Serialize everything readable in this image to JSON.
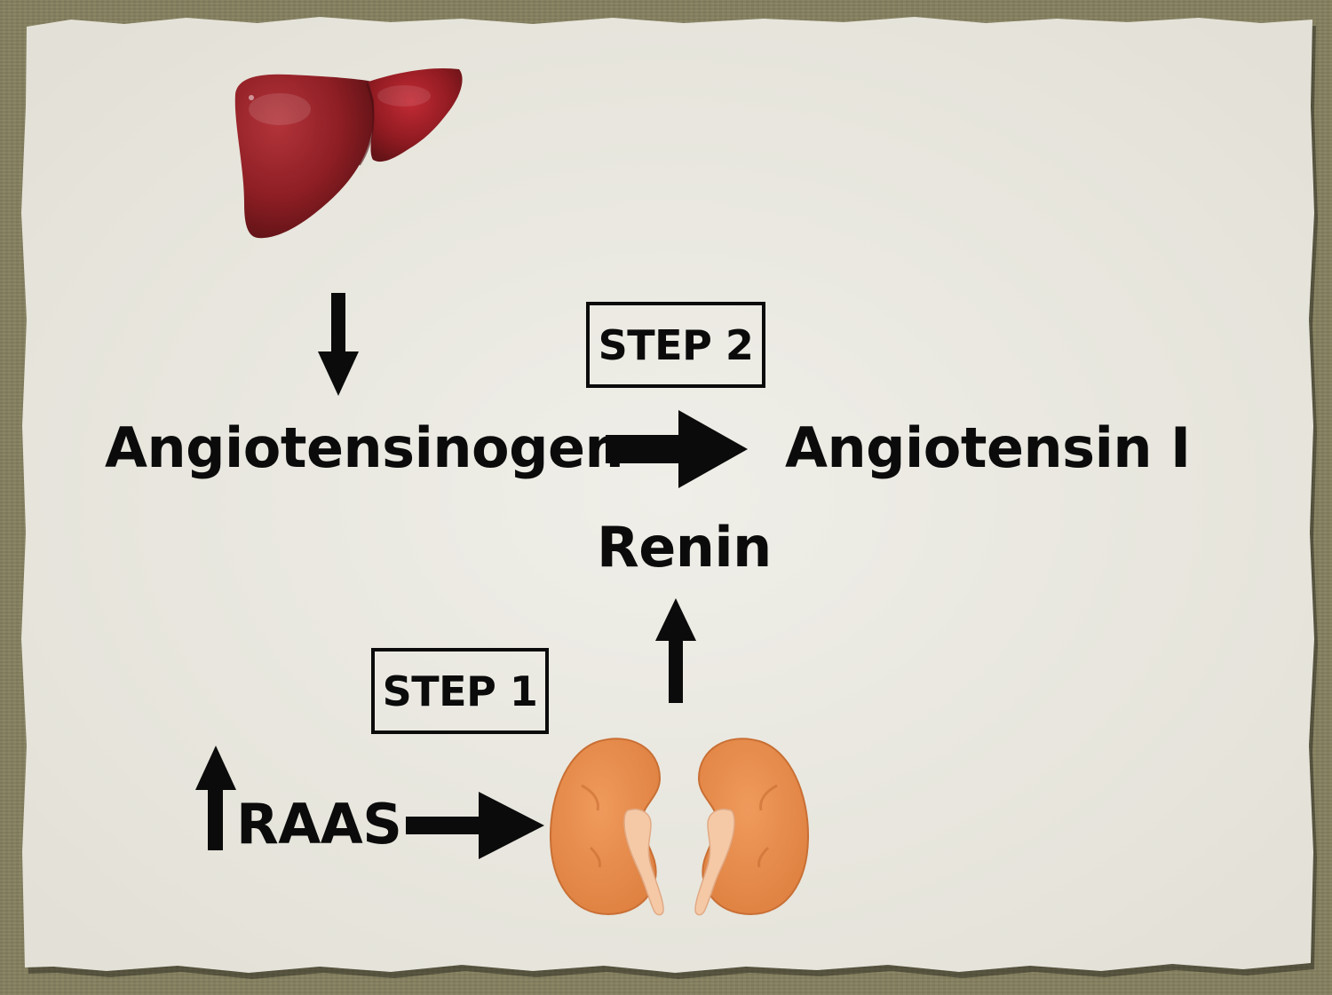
{
  "diagram": {
    "nodes": {
      "angiotensinogen": "Angiotensinogen",
      "angiotensin_i": "Angiotensin I",
      "renin": "Renin",
      "raas": "RAAS"
    },
    "steps": {
      "step1": "STEP 1",
      "step2": "STEP 2"
    },
    "icons": {
      "liver": "liver-icon",
      "kidneys": "kidneys-icon"
    },
    "colors": {
      "paper": "#ecebe4",
      "backdrop": "#847f5e",
      "liver": "#8e1c22",
      "kidney": "#e5894a",
      "ureter": "#f6c9a6",
      "ink": "#0b0b0b"
    }
  }
}
